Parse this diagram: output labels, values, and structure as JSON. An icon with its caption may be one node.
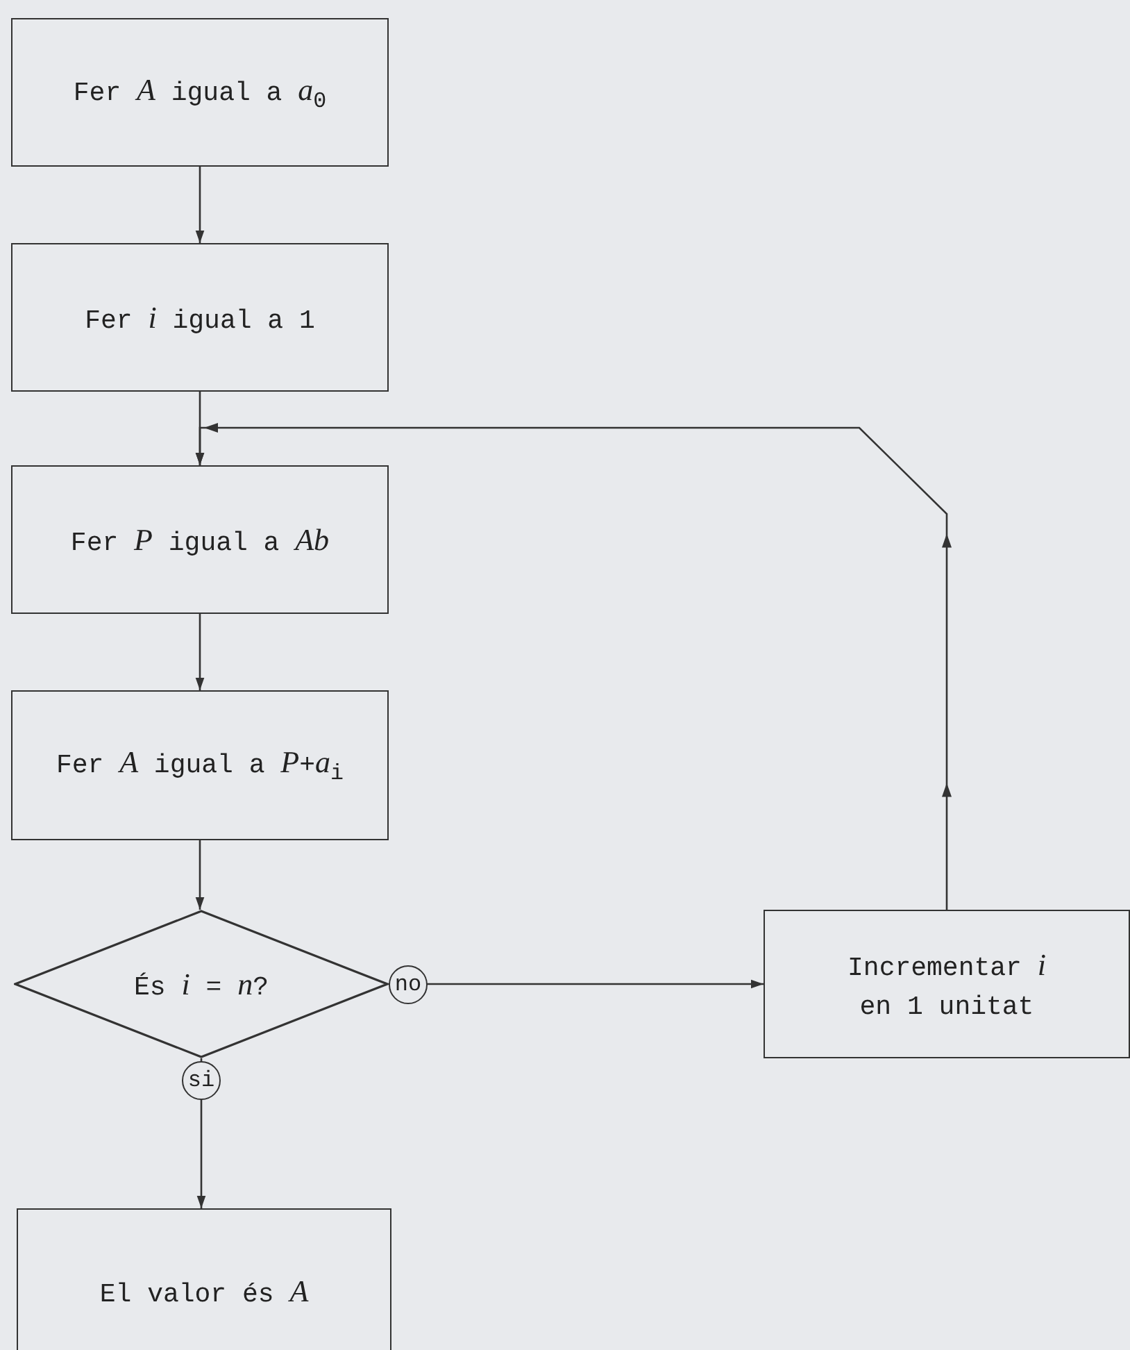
{
  "diagram": {
    "nodes": [
      {
        "text": [
          "Fer *A* igual a *a*$_{0}$"
        ]
      },
      {
        "text": [
          "Fer *i* igual a 1"
        ]
      },
      {
        "text": [
          "Fer *P* igual a *Ab*"
        ]
      },
      {
        "text": [
          "Fer *A* igual a *P*+*a*$_{i}$"
        ]
      },
      {
        "text": [
          "És *i* = *n*?"
        ]
      },
      {
        "text": [
          "Incrementar *i* en 1 unitat"
        ]
      },
      {
        "text": [
          "El valor és *A*"
        ]
      }
    ],
    "edges": [
      {
        "from": 0,
        "to": 1,
        "arrow": "to"
      },
      {
        "from": 1,
        "to": 2,
        "arrow": "to"
      },
      {
        "from": 2,
        "to": 3,
        "arrow": "to"
      },
      {
        "from": 3,
        "to": 4,
        "arrow": "to"
      },
      {
        "from": 4,
        "to": 5,
        "arrow": "to",
        "label": "no"
      },
      {
        "from": 4,
        "to": 6,
        "arrow": "to",
        "label": "si"
      },
      {
        "from": 5,
        "to": 2,
        "arrow": "to"
      }
    ]
  }
}
